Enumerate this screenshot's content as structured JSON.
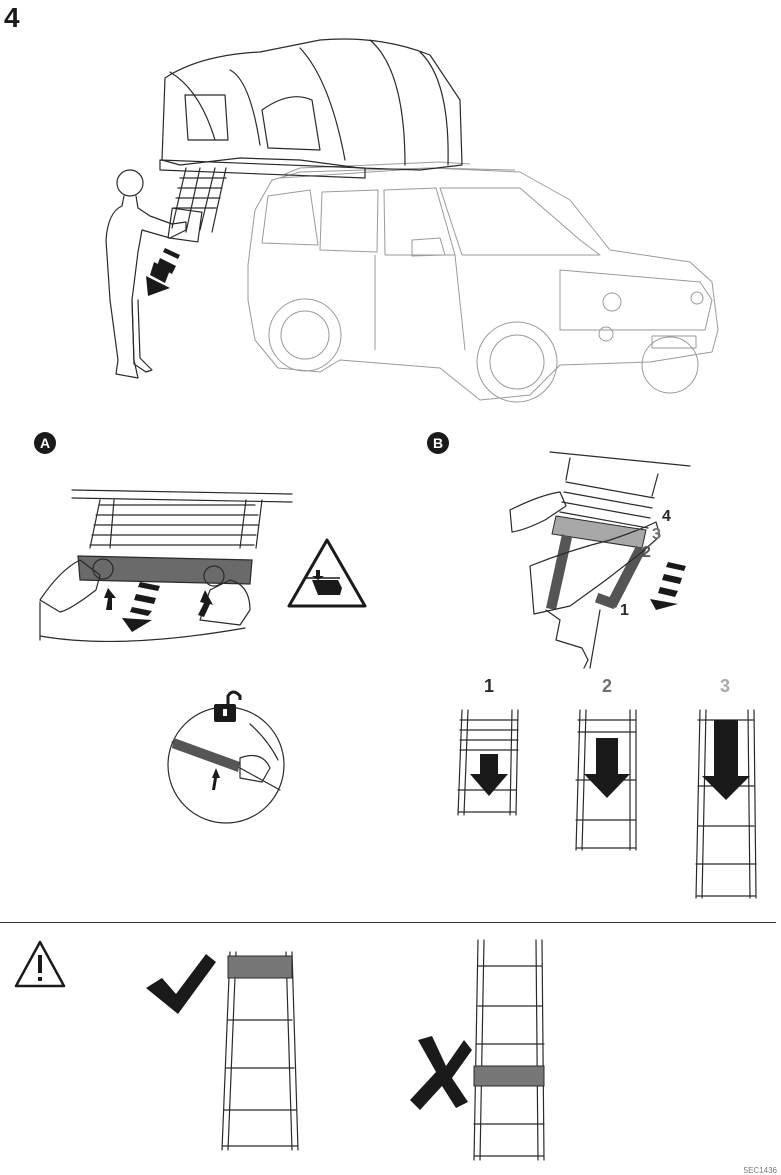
{
  "page": {
    "step_number": "4",
    "doc_code": "5EC1436",
    "accent_dark": "#1a1a1a",
    "gray_mid": "#707070",
    "gray_light": "#a8a8a8"
  },
  "panel_a": {
    "badge": "A"
  },
  "panel_b": {
    "badge": "B",
    "strap_labels": [
      "1",
      "2",
      "3",
      "4"
    ],
    "sequence": [
      "1",
      "2",
      "3"
    ]
  },
  "icons": {
    "pinch_warning": "hand-pinch-warning-icon",
    "unlock": "padlock-open-icon",
    "caution": "warning-triangle-icon",
    "correct": "checkmark-icon",
    "incorrect": "x-mark-icon"
  }
}
